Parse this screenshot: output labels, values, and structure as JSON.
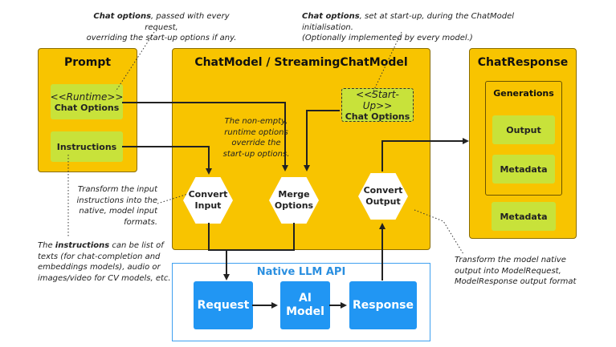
{
  "prompt": {
    "title": "Prompt",
    "runtime_tag": "<<Runtime>>",
    "chat_options": "Chat Options",
    "instructions": "Instructions"
  },
  "chatmodel": {
    "title": "ChatModel / StreamingChatModel",
    "startup_tag": "<<Start-Up>>",
    "chat_options": "Chat Options",
    "override_note": [
      "The non-empty,",
      "runtime options",
      "override the",
      "start-up options."
    ],
    "convert_input": [
      "Convert",
      "Input"
    ],
    "merge_options": [
      "Merge",
      "Options"
    ],
    "convert_output": [
      "Convert",
      "Output"
    ]
  },
  "chatresponse": {
    "title": "ChatResponse",
    "generations_title": "Generations",
    "output": "Output",
    "metadata_inner": "Metadata",
    "metadata_outer": "Metadata"
  },
  "native": {
    "title": "Native LLM API",
    "request": "Request",
    "ai_model": [
      "AI",
      "Model"
    ],
    "response": "Response"
  },
  "notes": {
    "top_left_bold": "Chat options",
    "top_left_rest": ", passed with every  request,",
    "top_left_line2": "overriding the start-up options if any.",
    "top_right_bold": "Chat options",
    "top_right_rest": ", set at start-up, during  the ChatModel initialisation.",
    "top_right_line2": "(Optionally implemented by every model.)",
    "transform_input": [
      "Transform the input",
      "instructions into the",
      "native, model input",
      "formats."
    ],
    "instructions_pre": "The ",
    "instructions_bold": "instructions",
    "instructions_rest": " can be list of",
    "instructions_lines": [
      "texts (for chat-completion and",
      "embeddings models), audio or",
      "images/video for CV models, etc."
    ],
    "transform_output": [
      "Transform the model native",
      "output into ModelRequest,",
      "ModelResponse output format"
    ]
  },
  "colors": {
    "panel": "#f8c400",
    "green": "#c8e23a",
    "blue": "#2196f3",
    "native_border": "#3ea0f0"
  }
}
